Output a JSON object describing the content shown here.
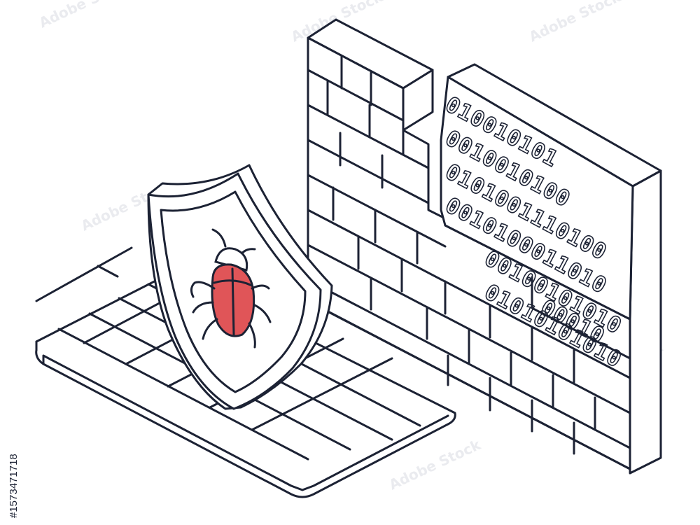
{
  "illustration": {
    "binary_rows": [
      "010010101",
      "0010010100",
      "0101001110100",
      "0010100011010",
      "00100101010",
      "01010101010",
      "00010"
    ],
    "watermark_text": "Adobe Stock",
    "credit_text": "#1573471718",
    "colors": {
      "outline": "#1c2234",
      "bug": "#e05558",
      "background": "#ffffff"
    },
    "icons": [
      "shield-icon",
      "bug-icon",
      "firewall-icon",
      "laptop-icon"
    ]
  }
}
